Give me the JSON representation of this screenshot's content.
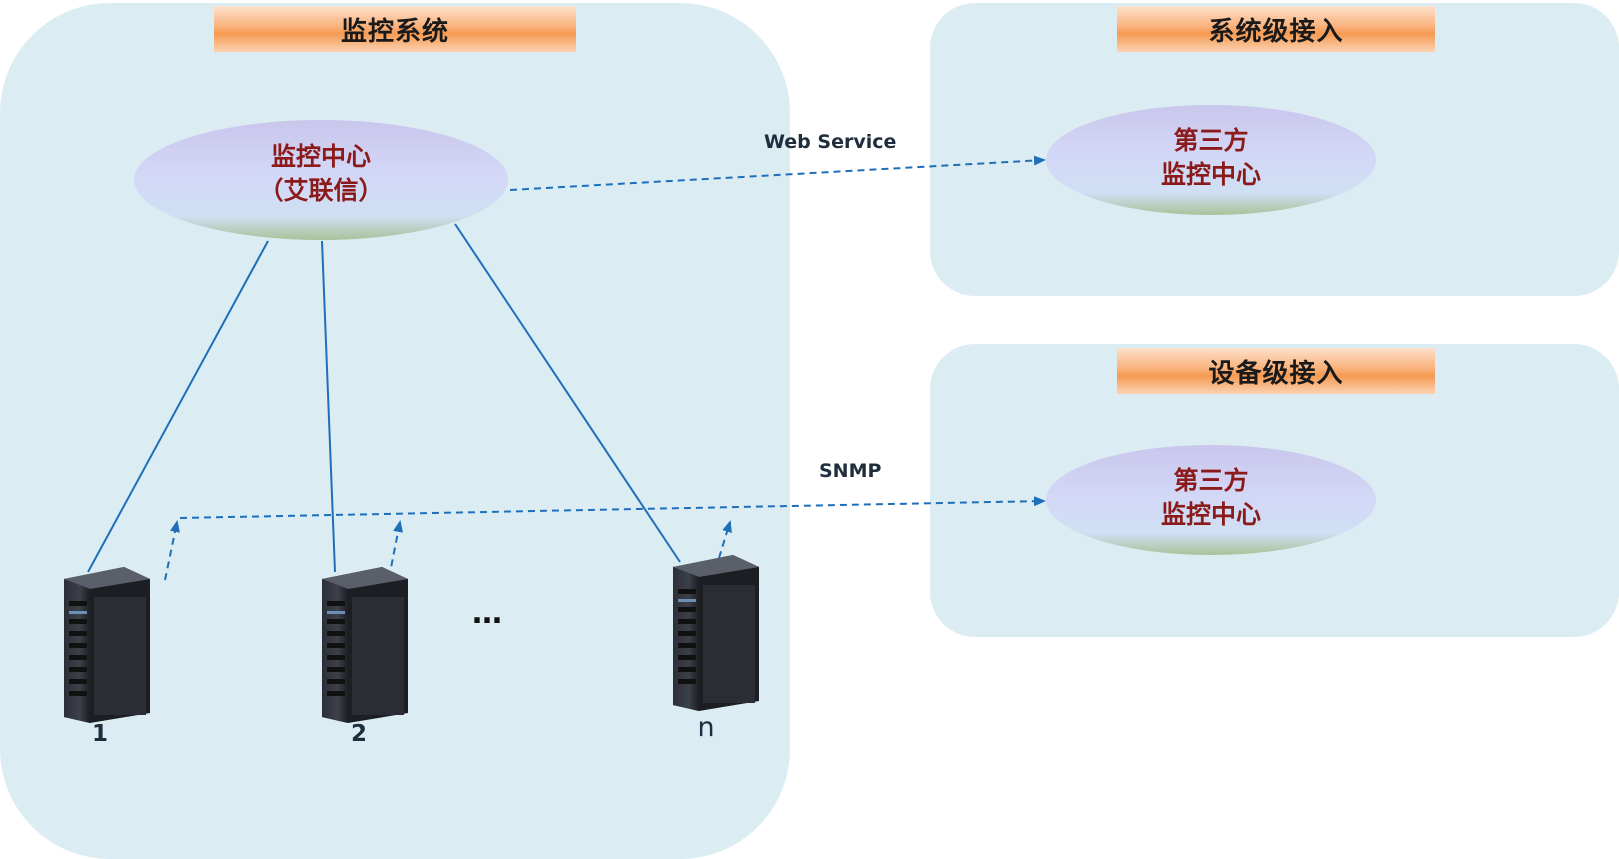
{
  "panels": {
    "monitor_system": {
      "title": "监控系统"
    },
    "system_access": {
      "title": "系统级接入"
    },
    "device_access": {
      "title": "设备级接入"
    }
  },
  "nodes": {
    "center": {
      "line1": "监控中心",
      "line2": "（艾联信）"
    },
    "third_party_system": {
      "line1": "第三方",
      "line2": "监控中心"
    },
    "third_party_device": {
      "line1": "第三方",
      "line2": "监控中心"
    }
  },
  "protocols": {
    "web_service": "Web Service",
    "snmp": "SNMP"
  },
  "servers": [
    {
      "label": "1"
    },
    {
      "label": "2"
    },
    {
      "label": "n"
    }
  ],
  "ellipsis": "…",
  "colors": {
    "panel_bg": "#dbedf3",
    "link_line": "#1f6fb8",
    "node_text": "#8b1a1a",
    "title_bar": "#f59a52"
  }
}
